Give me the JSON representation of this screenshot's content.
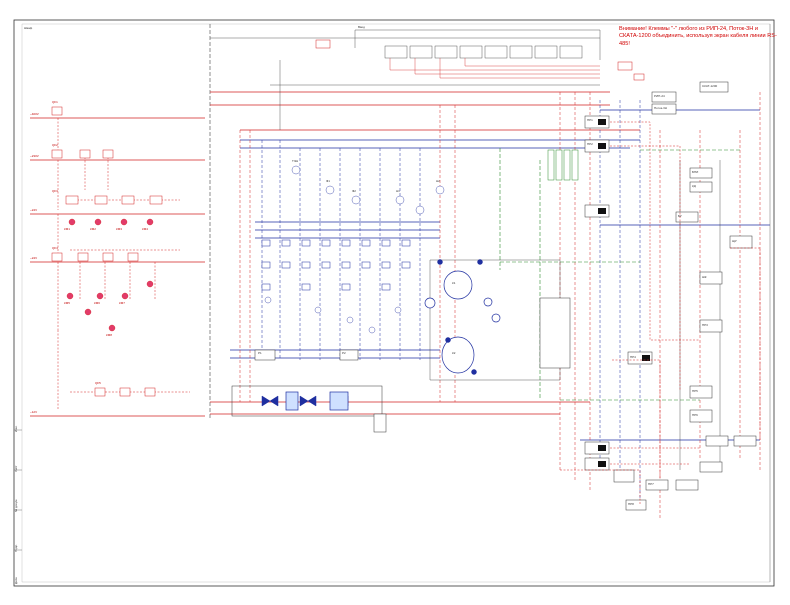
{
  "warning_note": "Внимание! Клеммы \"-\" любого из РИП-24, Поток-3Н и СКАТА-1200 объединить, используя экран кабеля линии RS-485!",
  "header_left": "Шкаф",
  "header_top": "Ввод",
  "colors": {
    "power": "#d32222",
    "signal": "#1f2fa0",
    "ground": "#2e8b2e",
    "frame": "#555555",
    "warning": "#d00000",
    "sensor_fill": "#e23b6a"
  },
  "left_panel": {
    "rows": [
      {
        "label": "~400V",
        "breaker": "QF1"
      },
      {
        "label": "~230V",
        "breaker": "QF2"
      },
      {
        "label": "~24V",
        "breaker": "QF3"
      },
      {
        "label": "~24V",
        "breaker": "QF4"
      },
      {
        "label": "~12V",
        "breaker": "QF5"
      }
    ],
    "relays": [
      "КМ1",
      "КМ2",
      "КМ3",
      "КМ4",
      "КМ5",
      "КМ6",
      "КМ7",
      "КМ8"
    ]
  },
  "mid_labels": [
    "ТЭН",
    "Ф1",
    "Ф2",
    "Н1",
    "Н2",
    "К1",
    "К2",
    "Р1",
    "Р2"
  ],
  "title_block": [
    "Изм.",
    "Лист",
    "№ докум.",
    "Подп.",
    "Дата"
  ],
  "right_boxes": [
    "ПР1",
    "ПР2",
    "РИП-24",
    "Поток-3Н",
    "СКАТ-1200",
    "БПИ",
    "КД",
    "БУ",
    "ЩУ",
    "ШК",
    "ПР3",
    "ПР4",
    "ПР5",
    "ПР6",
    "ПР7",
    "ПР8"
  ]
}
